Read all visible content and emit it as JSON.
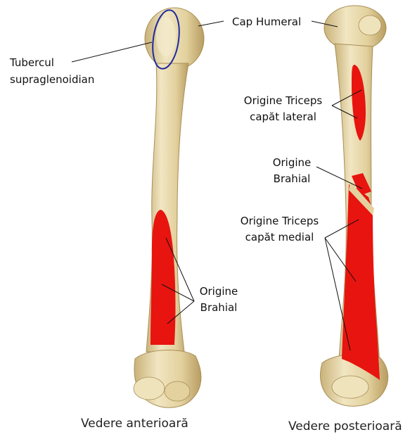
{
  "labels": {
    "cap_humeral": "Cap Humeral",
    "tubercul_line1": "Tubercul",
    "tubercul_line2": "supraglenoidian",
    "triceps_lateral_line1": "Origine Triceps",
    "triceps_lateral_line2": "capăt lateral",
    "brahial_post_line1": "Origine",
    "brahial_post_line2": "Brahial",
    "triceps_medial_line1": "Origine Triceps",
    "triceps_medial_line2": "capăt medial",
    "brahial_ant_line1": "Origine",
    "brahial_ant_line2": "Brahial"
  },
  "captions": {
    "anterior": "Vedere anterioară",
    "posterior": "Vedere posterioară"
  },
  "colors": {
    "bone": "#E8D9A8",
    "bone_shadow": "#C9B27A",
    "muscle_origin": "#E8140F",
    "highlight_circle": "#1E2AA0"
  }
}
